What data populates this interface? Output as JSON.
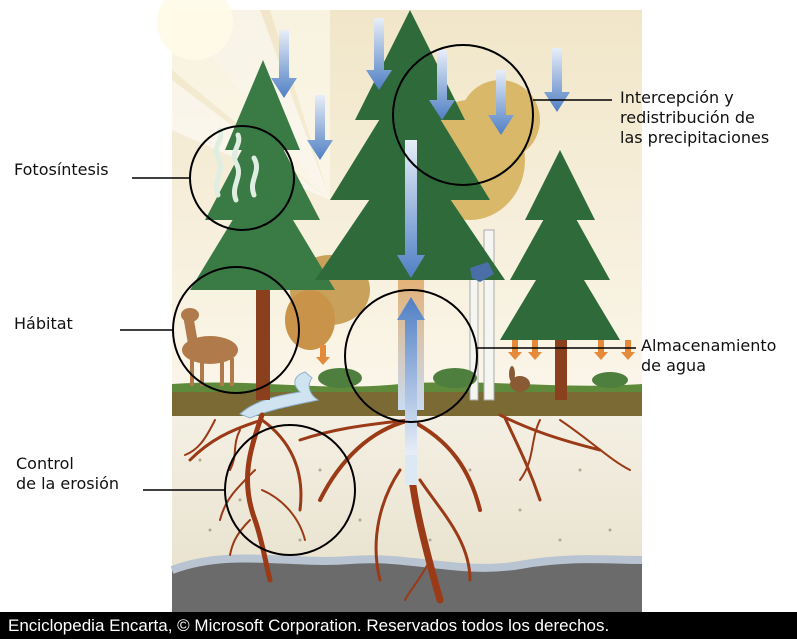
{
  "labels": {
    "photosynthesis": "Fotosíntesis",
    "habitat": "Hábitat",
    "erosion_control": "Control\nde la erosión",
    "interception": "Intercepción y\nredistribución de\nlas precipitaciones",
    "water_storage": "Almacenamiento\nde agua"
  },
  "footer": {
    "credit": "Enciclopedia Encarta, © Microsoft Corporation. Reservados todos los derechos."
  },
  "colors": {
    "sky": "#f3ecd6",
    "sun": "#fff9d8",
    "conifer_dark": "#2f6b3a",
    "conifer_light": "#4f8f4e",
    "deciduous_gold": "#d9b86a",
    "trunk": "#8a3f1d",
    "root": "#9a3a16",
    "soil_top": "#7c6a35",
    "grass": "#3f7a35",
    "subsoil": "#efe9d8",
    "bedrock": "#6f6f6f",
    "water_arrow": "#5b86c7",
    "circle_stroke": "#000000"
  }
}
